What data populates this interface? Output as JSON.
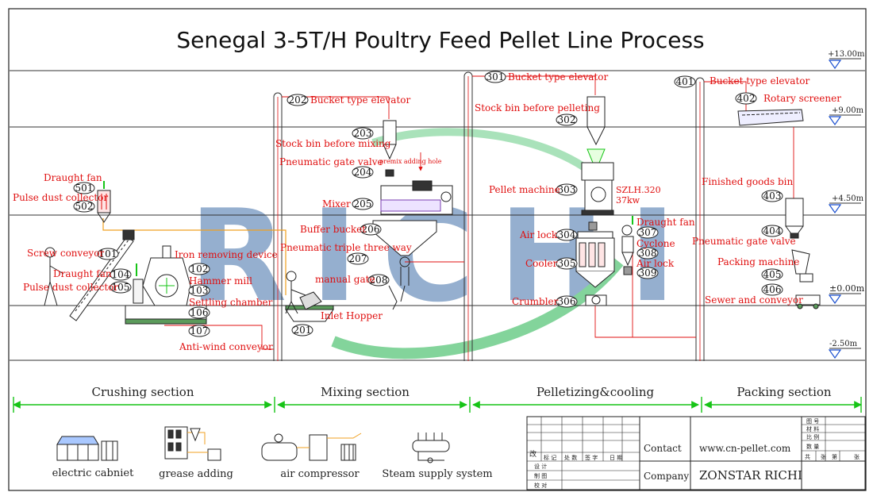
{
  "title": "Senegal 3-5T/H Poultry Feed Pellet Line Process",
  "watermark": "RICHI",
  "levels": [
    "+13.00m",
    "+9.00m",
    "+4.50m",
    "±0.00m",
    "-2.50m"
  ],
  "labels": {
    "draught_fan_501": "Draught fan",
    "pulse_dust_collector_502": "Pulse dust collector",
    "screw_conveyor": "Screw conveyor",
    "draught_fan_104": "Draught fan",
    "pulse_dust_collector_105": "Pulse dust collector",
    "iron_removing_device": "Iron removing device",
    "hammer_mill": "Hammer mill",
    "settling_chamber": "Settling chamber",
    "anti_wind_conveyor": "Anti-wind conveyor",
    "bucket_elevator_202": "Bucket type elevator",
    "stock_bin_mixing": "Stock bin before mixing",
    "pneumatic_gate_valve_204": "Pneumatic gate valve",
    "premix_adding_hole": "premix adding hole",
    "mixer": "Mixer",
    "buffer_bucket": "Buffer bucket",
    "pneumatic_triple": "Pneumatic triple three way",
    "manual_gate": "manual gate",
    "inlet_hopper": "Inlet Hopper",
    "bucket_elevator_301": "Bucket type elevator",
    "stock_bin_pelleting": "Stock bin before pelleting",
    "pellet_machine": "Pellet machine",
    "pellet_model": "SZLH.320",
    "pellet_power": "37kw",
    "air_lock_304": "Air lock",
    "draught_fan_307": "Draught fan",
    "cyclone": "Cyclone",
    "air_lock_309": "Air lock",
    "cooler": "Cooler",
    "crumbler": "Crumbler",
    "bucket_elevator_401": "Bucket type elevator",
    "rotary_screener": "Rotary screener",
    "finished_goods_bin": "Finished goods bin",
    "pneumatic_gate_valve_404": "Pneumatic gate valve",
    "packing_machine": "Packing machine",
    "sewer_conveyor": "Sewer and conveyor"
  },
  "codes": {
    "c101": "101",
    "c102": "102",
    "c103": "103",
    "c104": "104",
    "c105": "105",
    "c106": "106",
    "c107": "107",
    "c201": "201",
    "c202": "202",
    "c203": "203",
    "c204": "204",
    "c205": "205",
    "c206": "206",
    "c207": "207",
    "c208": "208",
    "c301": "301",
    "c302": "302",
    "c303": "303",
    "c304": "304",
    "c305": "305",
    "c306": "306",
    "c307": "307",
    "c308": "308",
    "c309": "309",
    "c401": "401",
    "c402": "402",
    "c403": "403",
    "c404": "404",
    "c405": "405",
    "c406": "406",
    "c501": "501",
    "c502": "502"
  },
  "sections": [
    "Crushing section",
    "Mixing section",
    "Pelletizing&cooling",
    "Packing section"
  ],
  "auxiliary": [
    "electric cabniet",
    "grease adding",
    "air compressor",
    "Steam supply system"
  ],
  "title_block": {
    "contact_label": "Contact",
    "contact_value": "www.cn-pellet.com",
    "company_label": "Company",
    "company_value": "ZONSTAR RICHI",
    "cn_gai": "改",
    "cn_revision": [
      "标 记",
      "处 数",
      "签 字",
      "日 期"
    ],
    "cn_rows": [
      "设 计",
      "制 图",
      "校 对"
    ],
    "cn_right": [
      "图 号",
      "材 料",
      "比 例",
      "数 量"
    ],
    "cn_sheet": [
      "共",
      "张",
      "第",
      "张"
    ]
  },
  "colors": {
    "label_red": "#e01010",
    "line_black": "#222222",
    "section_green": "#17c417",
    "watermark_blue": "#3f6fa8",
    "watermark_green": "#1fb24a",
    "pipe_orange": "#f0a020"
  }
}
